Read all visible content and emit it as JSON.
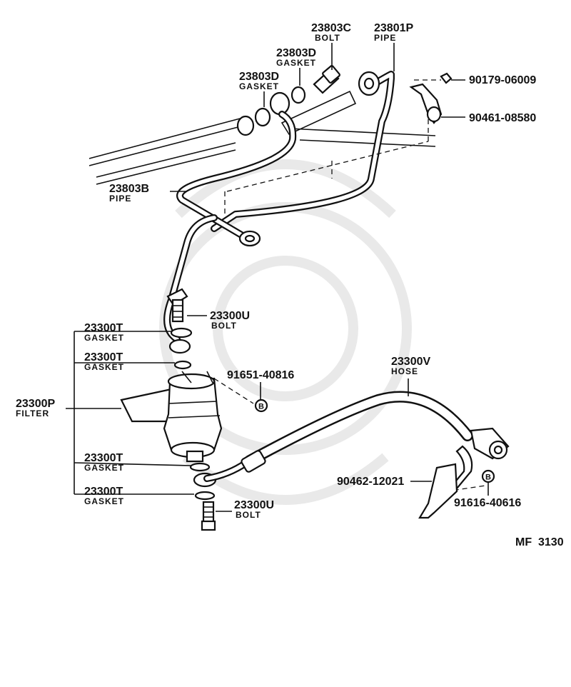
{
  "diagram_code": "MF  3130",
  "labels": {
    "p23803C": {
      "num": "23803C",
      "name": "BOLT"
    },
    "p23801P": {
      "num": "23801P",
      "name": "PIPE"
    },
    "p23803D_top": {
      "num": "23803D",
      "name": "GASKET"
    },
    "p23803D_left": {
      "num": "23803D",
      "name": "GASKET"
    },
    "p90179": {
      "num": "90179-06009"
    },
    "p90461": {
      "num": "90461-08580"
    },
    "p23803B": {
      "num": "23803B",
      "name": "PIPE"
    },
    "p23300U_top": {
      "num": "23300U",
      "name": "BOLT"
    },
    "p23300T_1": {
      "num": "23300T",
      "name": "GASKET"
    },
    "p23300T_2": {
      "num": "23300T",
      "name": "GASKET"
    },
    "p23300T_3": {
      "num": "23300T",
      "name": "GASKET"
    },
    "p23300T_4": {
      "num": "23300T",
      "name": "GASKET"
    },
    "p23300P": {
      "num": "23300P",
      "name": "FILTER"
    },
    "p91651": {
      "num": "91651-40816"
    },
    "p23300V": {
      "num": "23300V",
      "name": "HOSE"
    },
    "p90462": {
      "num": "90462-12021"
    },
    "p91616": {
      "num": "91616-40616"
    },
    "p23300U_bottom": {
      "num": "23300U",
      "name": "BOLT"
    }
  },
  "callout_letter": "B",
  "icons": [
    "watermark-emblem",
    "fuel-filter",
    "fuel-pipe",
    "fuel-hose",
    "union-bolt",
    "gasket-ring",
    "clamp-bracket",
    "hex-bolt"
  ]
}
